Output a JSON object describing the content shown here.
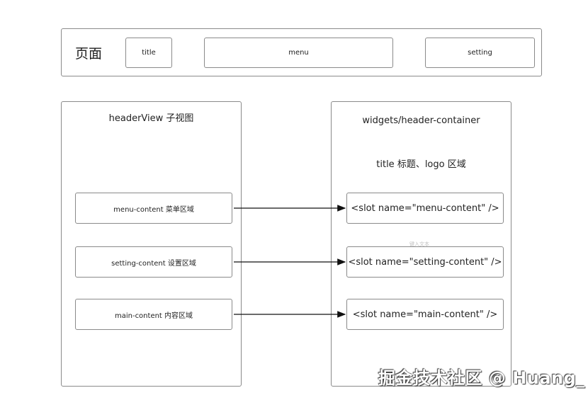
{
  "page_box": {
    "label": "页面",
    "title_box": "title",
    "menu_box": "menu",
    "setting_box": "setting"
  },
  "header_view": {
    "title": "headerView 子视图",
    "items": [
      "menu-content 菜单区域",
      "setting-content 设置区域",
      "main-content 内容区域"
    ]
  },
  "header_container": {
    "title": "widgets/header-container",
    "subtitle": "title 标题、logo 区域",
    "slots": [
      "<slot  name=\"menu-content\" />",
      "<slot  name=\"setting-content\" />",
      "<slot  name=\"main-content\" />"
    ]
  },
  "faint_text": "键入文本",
  "watermark": "掘金技术社区 @ Huang_"
}
